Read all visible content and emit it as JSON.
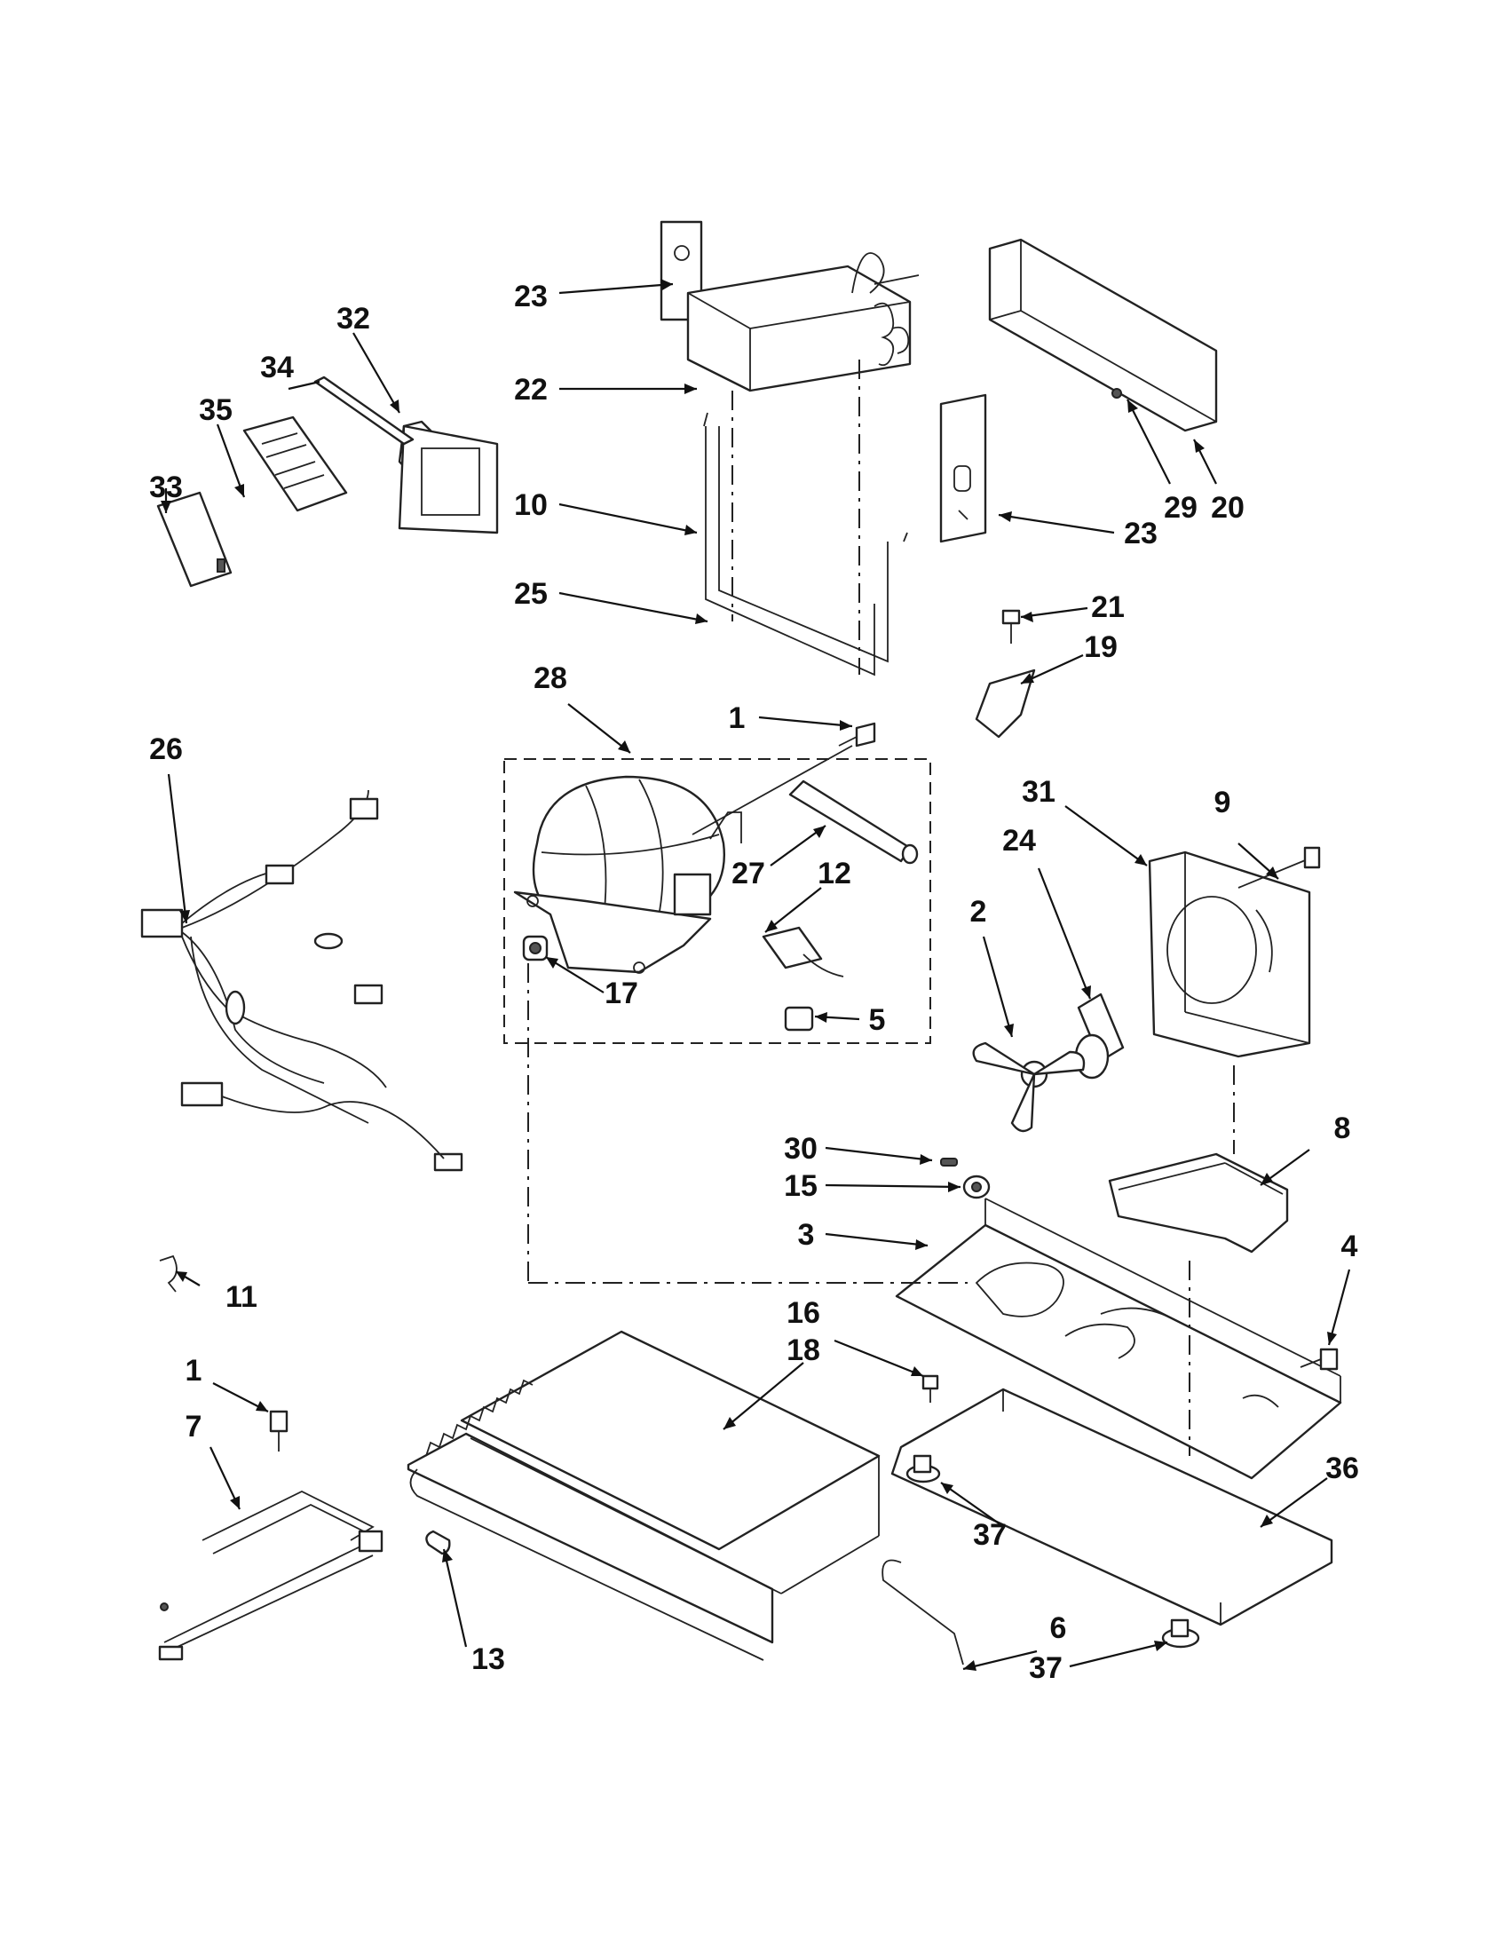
{
  "callouts": [
    {
      "id": "23a",
      "label": "23"
    },
    {
      "id": "22",
      "label": "22"
    },
    {
      "id": "10",
      "label": "10"
    },
    {
      "id": "25",
      "label": "25"
    },
    {
      "id": "28",
      "label": "28"
    },
    {
      "id": "32",
      "label": "32"
    },
    {
      "id": "34",
      "label": "34"
    },
    {
      "id": "35",
      "label": "35"
    },
    {
      "id": "33",
      "label": "33"
    },
    {
      "id": "20",
      "label": "20"
    },
    {
      "id": "29",
      "label": "29"
    },
    {
      "id": "23b",
      "label": "23"
    },
    {
      "id": "21",
      "label": "21"
    },
    {
      "id": "19",
      "label": "19"
    },
    {
      "id": "1a",
      "label": "1"
    },
    {
      "id": "27",
      "label": "27"
    },
    {
      "id": "12",
      "label": "12"
    },
    {
      "id": "17",
      "label": "17"
    },
    {
      "id": "5",
      "label": "5"
    },
    {
      "id": "26",
      "label": "26"
    },
    {
      "id": "31",
      "label": "31"
    },
    {
      "id": "9",
      "label": "9"
    },
    {
      "id": "24",
      "label": "24"
    },
    {
      "id": "2",
      "label": "2"
    },
    {
      "id": "30",
      "label": "30"
    },
    {
      "id": "15",
      "label": "15"
    },
    {
      "id": "8",
      "label": "8"
    },
    {
      "id": "3",
      "label": "3"
    },
    {
      "id": "4",
      "label": "4"
    },
    {
      "id": "11",
      "label": "11"
    },
    {
      "id": "16",
      "label": "16"
    },
    {
      "id": "18",
      "label": "18"
    },
    {
      "id": "1b",
      "label": "1"
    },
    {
      "id": "7",
      "label": "7"
    },
    {
      "id": "36",
      "label": "36"
    },
    {
      "id": "37a",
      "label": "37"
    },
    {
      "id": "13",
      "label": "13"
    },
    {
      "id": "6",
      "label": "6"
    },
    {
      "id": "37b",
      "label": "37"
    }
  ]
}
